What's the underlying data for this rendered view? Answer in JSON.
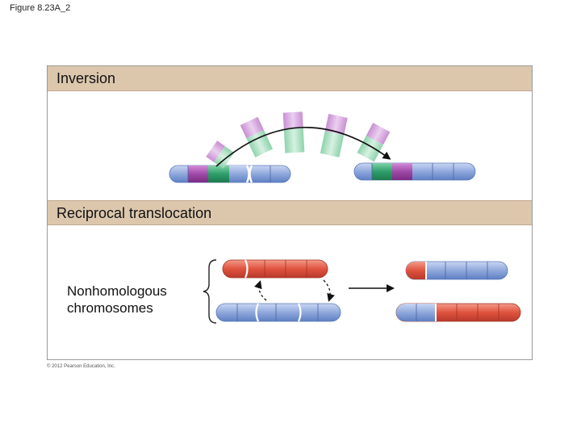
{
  "figure_label": "Figure 8.23A_2",
  "sections": {
    "inversion": {
      "title": "Inversion"
    },
    "translocation": {
      "title": "Reciprocal translocation"
    }
  },
  "labels": {
    "nonhomologous_line1": "Nonhomologous",
    "nonhomologous_line2": "chromosomes"
  },
  "copyright": "© 2012 Pearson Education, Inc.",
  "colors": {
    "blue": "#8fa8dc",
    "purple": "#a04aa8",
    "green": "#2e9e6a",
    "red": "#e0533f",
    "band": "#dcc7ad"
  }
}
